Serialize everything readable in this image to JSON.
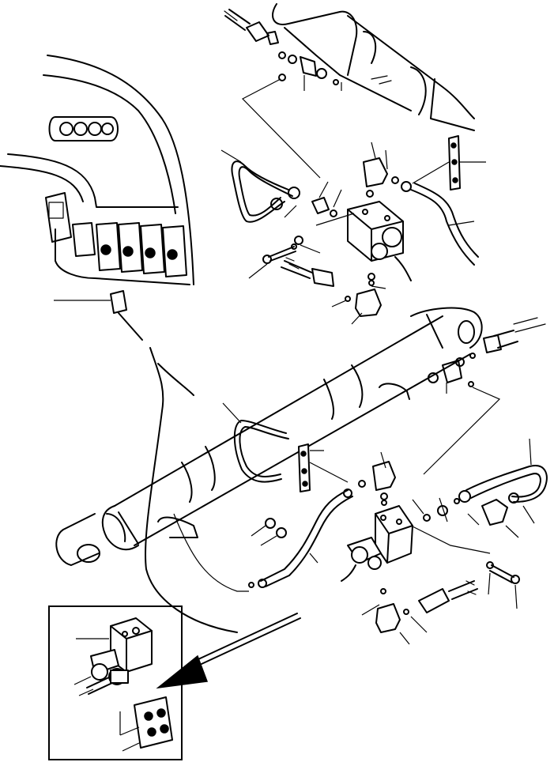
{
  "diagram": {
    "colors": {
      "line": "#000000",
      "background": "#ffffff"
    },
    "parts": [
      "cab-console",
      "switch-panel",
      "upper-cylinder",
      "lower-cylinder",
      "upper-valve-block",
      "lower-valve-block",
      "detail-valve",
      "detail-connector"
    ],
    "icons": [
      "arrow-left-icon"
    ]
  }
}
